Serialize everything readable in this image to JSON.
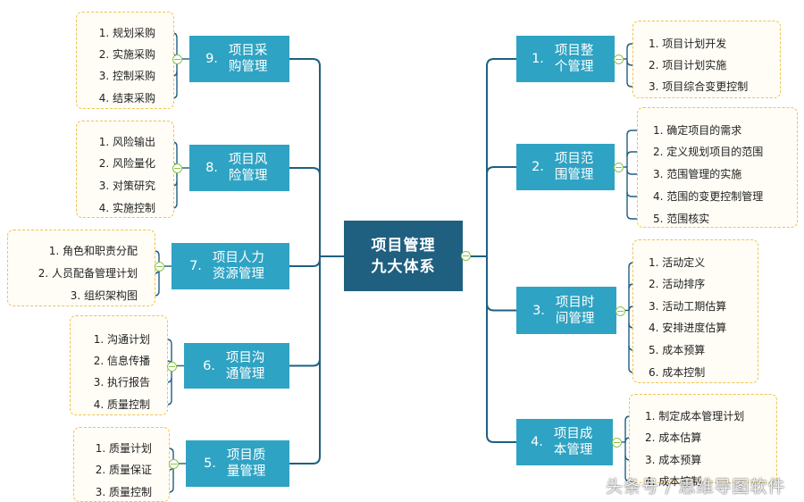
{
  "center": {
    "line1": "项目管理",
    "line2": "九大体系"
  },
  "branches": [
    {
      "id": "b1",
      "num": "1.",
      "label": "项目整个管理",
      "items": [
        "1. 项目计划开发",
        "2. 项目计划实施",
        "3. 项目综合变更控制"
      ]
    },
    {
      "id": "b2",
      "num": "2.",
      "label": "项目范围管理",
      "items": [
        "1. 确定项目的需求",
        "2. 定义规划项目的范围",
        "3. 范围管理的实施",
        "4. 范围的变更控制管理",
        "5. 范围核实"
      ]
    },
    {
      "id": "b3",
      "num": "3.",
      "label": "项目时间管理",
      "items": [
        "1. 活动定义",
        "2. 活动排序",
        "3. 活动工期估算",
        "4. 安排进度估算",
        "5. 成本预算",
        "6. 成本控制"
      ]
    },
    {
      "id": "b4",
      "num": "4.",
      "label": "项目成本管理",
      "items": [
        "1. 制定成本管理计划",
        "2. 成本估算",
        "3. 成本预算",
        "4. 成本控制"
      ]
    },
    {
      "id": "b9",
      "num": "9.",
      "label": "项目采购管理",
      "items": [
        "1. 规划采购",
        "2. 实施采购",
        "3. 控制采购",
        "4. 结束采购"
      ]
    },
    {
      "id": "b8",
      "num": "8.",
      "label": "项目风险管理",
      "items": [
        "1. 风险输出",
        "2. 风险量化",
        "3. 对策研究",
        "4. 实施控制"
      ]
    },
    {
      "id": "b7",
      "num": "7.",
      "label": "项目人力资源管理",
      "items": [
        "1. 角色和职责分配",
        "2. 人员配备管理计划",
        "3. 组织架构图"
      ]
    },
    {
      "id": "b6",
      "num": "6.",
      "label": "项目沟通管理",
      "items": [
        "1. 沟通计划",
        "2. 信息传播",
        "3. 执行报告",
        "4. 质量控制"
      ]
    },
    {
      "id": "b5",
      "num": "5.",
      "label": "项目质量管理",
      "items": [
        "1. 质量计划",
        "2. 质量保证",
        "3. 质量控制"
      ]
    }
  ],
  "watermark": "头条号 / 思维导图软件",
  "colors": {
    "center": "#1f5f80",
    "node": "#2fa3c3",
    "line": "#1f5f80",
    "box_border": "#f0c34c",
    "circle": "#8bc34a"
  }
}
